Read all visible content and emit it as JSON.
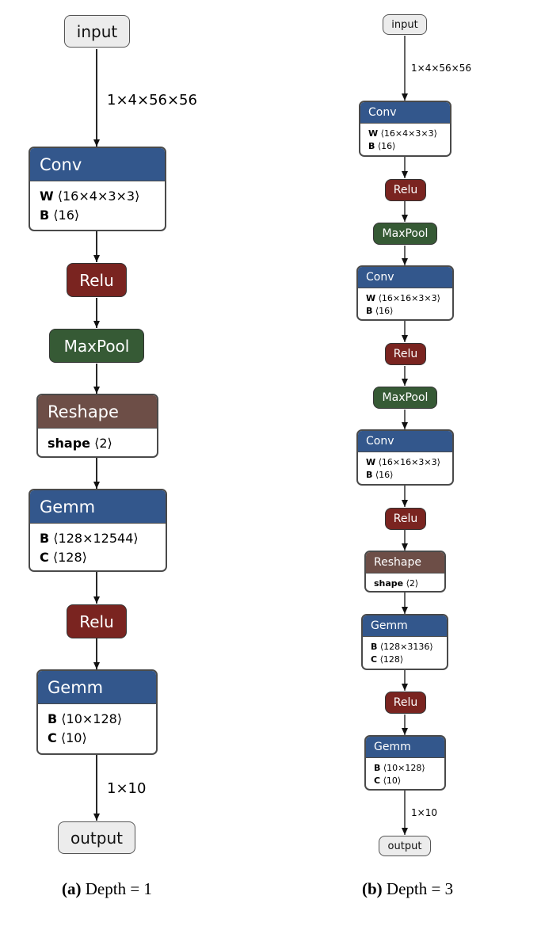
{
  "panel_a": {
    "input": "input",
    "input_shape": "1×4×56×56",
    "conv": {
      "title": "Conv",
      "w_key": "W",
      "w_val": "⟨16×4×3×3⟩",
      "b_key": "B",
      "b_val": "⟨16⟩"
    },
    "relu1": "Relu",
    "maxpool": "MaxPool",
    "reshape": {
      "title": "Reshape",
      "key": "shape",
      "val": "⟨2⟩"
    },
    "gemm1": {
      "title": "Gemm",
      "b_key": "B",
      "b_val": "⟨128×12544⟩",
      "c_key": "C",
      "c_val": "⟨128⟩"
    },
    "relu2": "Relu",
    "gemm2": {
      "title": "Gemm",
      "b_key": "B",
      "b_val": "⟨10×128⟩",
      "c_key": "C",
      "c_val": "⟨10⟩"
    },
    "output_shape": "1×10",
    "output": "output",
    "caption_label": "(a)",
    "caption_text": " Depth = 1"
  },
  "panel_b": {
    "input": "input",
    "input_shape": "1×4×56×56",
    "conv1": {
      "title": "Conv",
      "w_key": "W",
      "w_val": "⟨16×4×3×3⟩",
      "b_key": "B",
      "b_val": "⟨16⟩"
    },
    "relu1": "Relu",
    "maxpool1": "MaxPool",
    "conv2": {
      "title": "Conv",
      "w_key": "W",
      "w_val": "⟨16×16×3×3⟩",
      "b_key": "B",
      "b_val": "⟨16⟩"
    },
    "relu2": "Relu",
    "maxpool2": "MaxPool",
    "conv3": {
      "title": "Conv",
      "w_key": "W",
      "w_val": "⟨16×16×3×3⟩",
      "b_key": "B",
      "b_val": "⟨16⟩"
    },
    "relu3": "Relu",
    "reshape": {
      "title": "Reshape",
      "key": "shape",
      "val": "⟨2⟩"
    },
    "gemm1": {
      "title": "Gemm",
      "b_key": "B",
      "b_val": "⟨128×3136⟩",
      "c_key": "C",
      "c_val": "⟨128⟩"
    },
    "relu4": "Relu",
    "gemm2": {
      "title": "Gemm",
      "b_key": "B",
      "b_val": "⟨10×128⟩",
      "c_key": "C",
      "c_val": "⟨10⟩"
    },
    "output_shape": "1×10",
    "output": "output",
    "caption_label": "(b)",
    "caption_text": " Depth = 3"
  },
  "colors": {
    "conv_gemm_header": "#33578c",
    "relu": "#7a2420",
    "maxpool": "#365a35",
    "reshape_header": "#6d4e47",
    "io_fill": "#ececec"
  }
}
